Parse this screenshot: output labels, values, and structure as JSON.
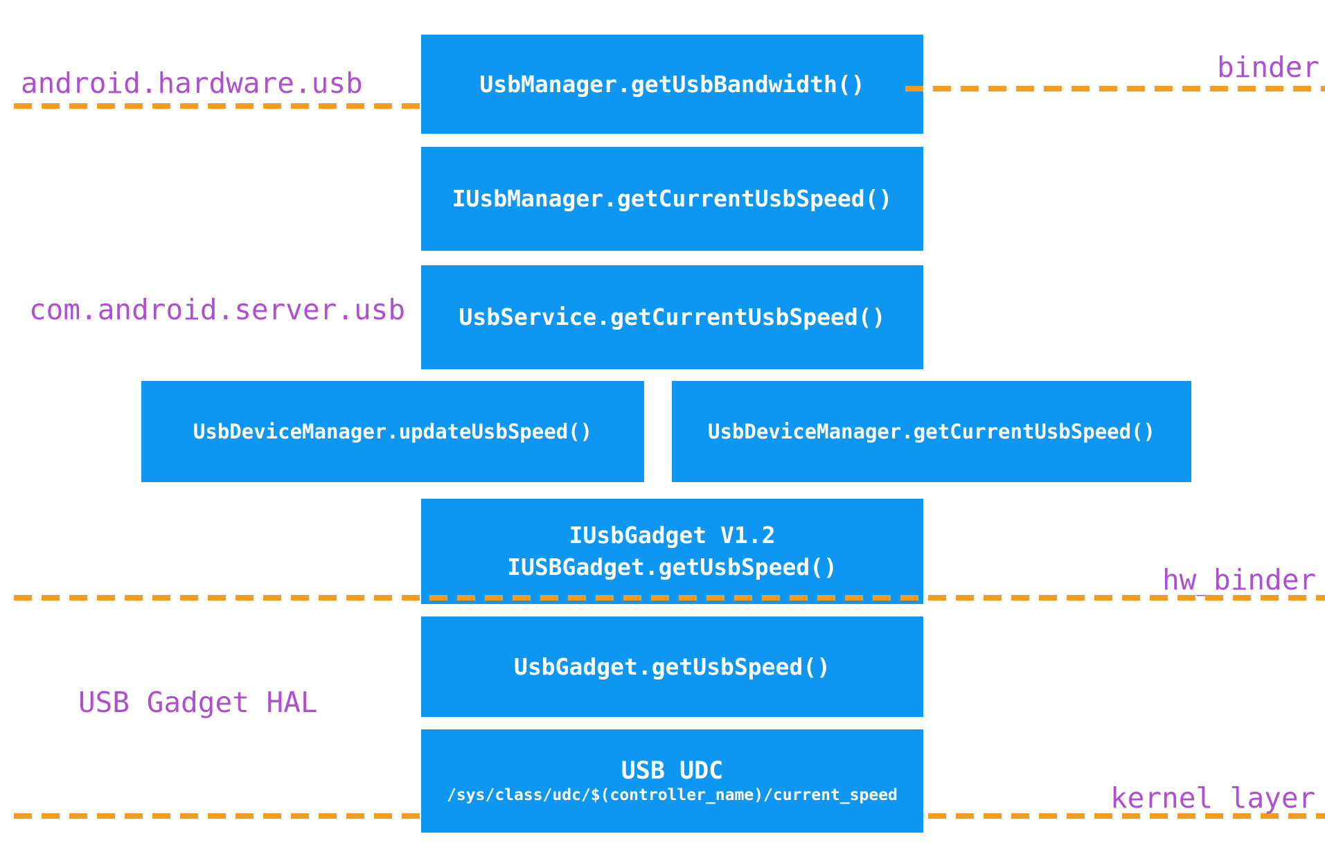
{
  "colors": {
    "box_blue": "#0d96f2",
    "line_orange": "#f59c1e",
    "label_purple": "#ae4fd0",
    "box_text": "#ffffff"
  },
  "labels": {
    "android_hardware_usb": "android.hardware.usb",
    "binder": "binder",
    "com_android_server_usb": "com.android.server.usb",
    "hw_binder": "hw_binder",
    "usb_gadget_hal": "USB Gadget HAL",
    "kernel_layer": "kernel layer"
  },
  "boxes": {
    "usb_manager": {
      "label": "UsbManager.getUsbBandwidth()"
    },
    "iusb_manager": {
      "label": "IUsbManager.getCurrentUsbSpeed()"
    },
    "usb_service": {
      "label": "UsbService.getCurrentUsbSpeed()"
    },
    "udm_update": {
      "label": "UsbDeviceManager.updateUsbSpeed()"
    },
    "udm_get": {
      "label": "UsbDeviceManager.getCurrentUsbSpeed()"
    },
    "iusb_gadget": {
      "line1": "IUsbGadget V1.2",
      "line2": "IUSBGadget.getUsbSpeed()"
    },
    "usb_gadget": {
      "label": "UsbGadget.getUsbSpeed()"
    },
    "usb_udc": {
      "title": "USB UDC",
      "path": "/sys/class/udc/$(controller_name)/current_speed"
    }
  }
}
